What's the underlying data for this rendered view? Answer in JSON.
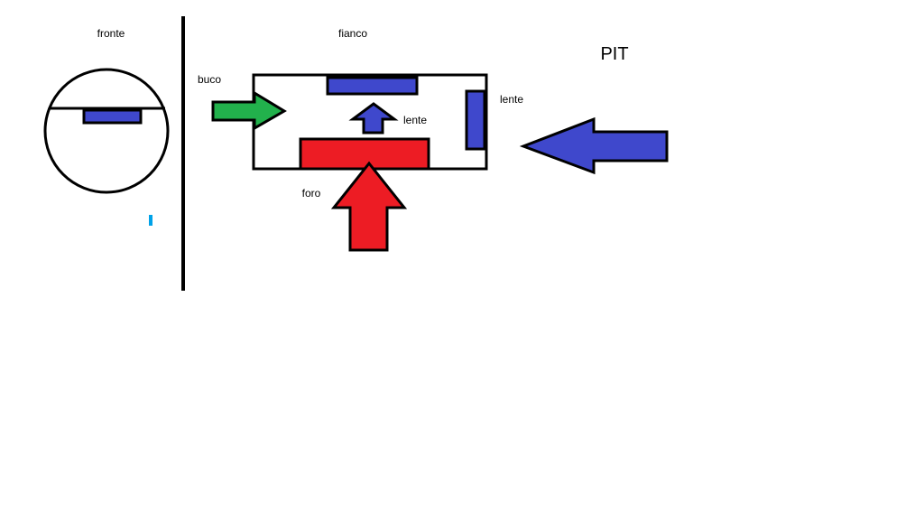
{
  "labels": {
    "front": "fronte",
    "side": "fianco",
    "pit": "PIT",
    "hole_small": "buco",
    "hole_big": "foro",
    "lens_top": "lente",
    "lens_right": "lente"
  },
  "colors": {
    "outline": "#000000",
    "blue": "#3f48cc",
    "red": "#ed1c24",
    "green": "#22b14c",
    "light_blue": "#00a2e8",
    "background": "#ffffff"
  }
}
